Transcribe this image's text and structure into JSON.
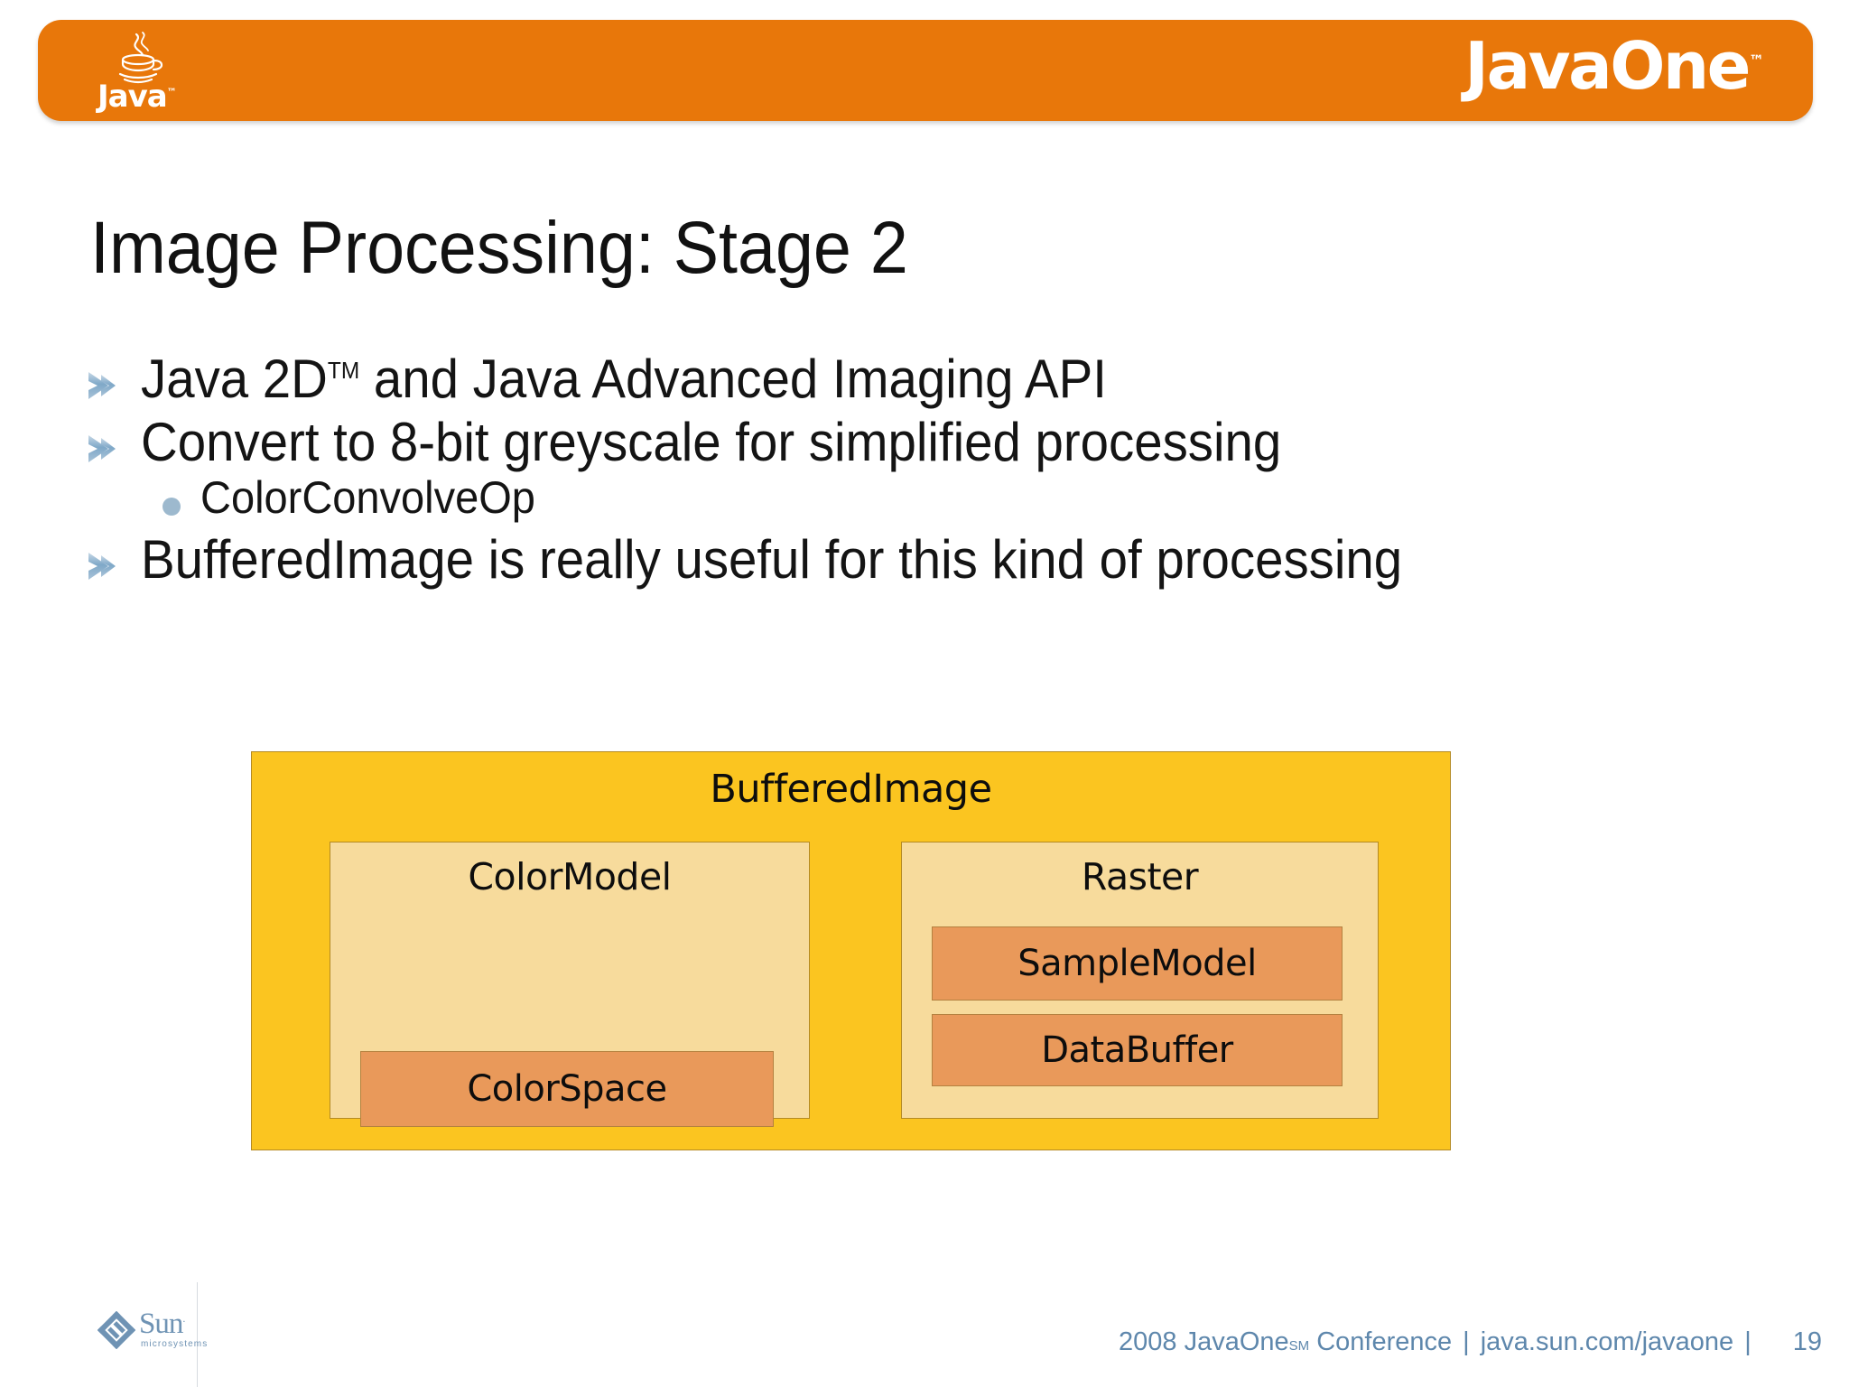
{
  "header": {
    "brand_logo": "java-cup-icon",
    "brand_wordmark": "Java",
    "brand_tm": "™",
    "conference_logo": "JavaOne",
    "conference_tm": "™",
    "bar_color": "#E8770A"
  },
  "slide": {
    "title": "Image Processing: Stage 2",
    "bullets": [
      {
        "level": 1,
        "marker": "chevron-right-icon",
        "text_before_sup": "Java 2D",
        "sup": "TM",
        "text_after_sup": " and Java Advanced Imaging API"
      },
      {
        "level": 1,
        "marker": "chevron-right-icon",
        "text": "Convert to 8-bit greyscale for simplified processing"
      },
      {
        "level": 2,
        "marker": "dot-icon",
        "text": "ColorConvolveOp"
      },
      {
        "level": 1,
        "marker": "chevron-right-icon",
        "text": "BufferedImage is really useful for this kind of processing"
      }
    ]
  },
  "diagram": {
    "type": "nested-containment",
    "outer": {
      "label": "BufferedImage",
      "fill": "#FBC520",
      "stroke": "#B48A23"
    },
    "children": [
      {
        "label": "ColorModel",
        "fill": "#F7DB9C",
        "stroke": "#B48A23",
        "children": [
          {
            "label": "ColorSpace",
            "fill": "#E9995A",
            "stroke": "#B4813F"
          }
        ]
      },
      {
        "label": "Raster",
        "fill": "#F7DB9C",
        "stroke": "#B48A23",
        "children": [
          {
            "label": "SampleModel",
            "fill": "#E9995A",
            "stroke": "#B4813F"
          },
          {
            "label": "DataBuffer",
            "fill": "#E9995A",
            "stroke": "#B4813F"
          }
        ]
      }
    ]
  },
  "footer": {
    "sun_wordmark": "Sun",
    "sun_tm": ".",
    "sun_subtext": "microsystems",
    "conference_year": "2008",
    "conference_name": "JavaOne",
    "conference_sm": "SM",
    "conference_suffix": "Conference",
    "pipe": "|",
    "url": "java.sun.com/javaone",
    "pipe2": "|",
    "page_number": "19",
    "text_color": "#5E87AC"
  }
}
